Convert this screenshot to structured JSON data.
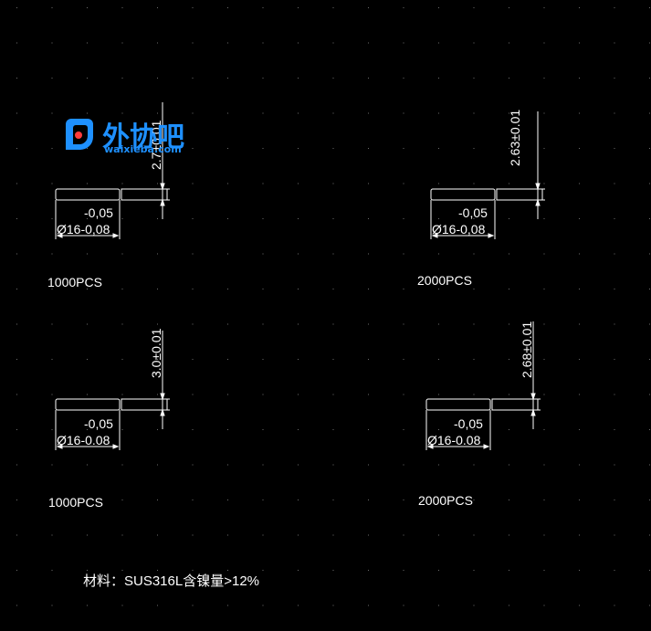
{
  "colors": {
    "background": "#000000",
    "line": "#ffffff",
    "grid_dot": "#6e6e6e",
    "logo": "#1e90ff"
  },
  "logo": {
    "icon": "logo-mark-icon",
    "name": "外协吧",
    "url": "waixieba.com"
  },
  "parts": [
    {
      "thickness": "2.7±0.01",
      "tol": "-0,05",
      "dia": "Ø16-0,08",
      "qty": "1000PCS"
    },
    {
      "thickness": "2.63±0.01",
      "tol": "-0,05",
      "dia": "Ø16-0,08",
      "qty": "2000PCS"
    },
    {
      "thickness": "3.0±0.01",
      "tol": "-0,05",
      "dia": "Ø16-0.08",
      "qty": "1000PCS"
    },
    {
      "thickness": "2.68±0.01",
      "tol": "-0,05",
      "dia": "Ø16-0.08",
      "qty": "2000PCS"
    }
  ],
  "material_note": "材料：SUS316L含镍量>12%"
}
